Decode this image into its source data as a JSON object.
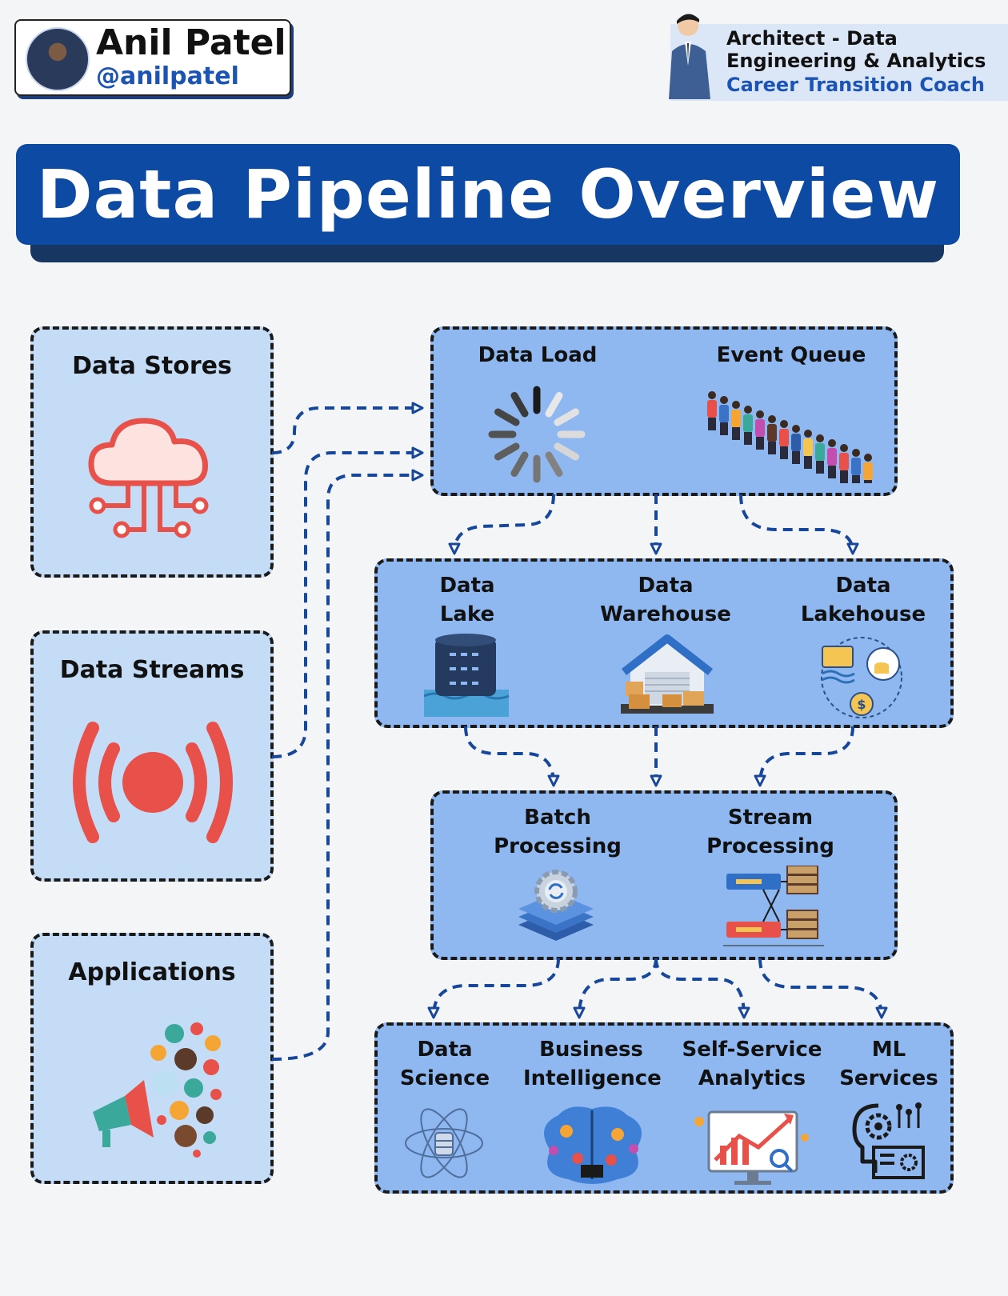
{
  "header": {
    "name": "Anil Patel",
    "handle": "@anilpatel",
    "role_line1": "Architect - Data",
    "role_line2": "Engineering & Analytics",
    "role_line3": "Career Transition Coach"
  },
  "title": "Data Pipeline Overview",
  "sources": [
    {
      "label": "Data Stores",
      "icon": "cloud-network-icon"
    },
    {
      "label": "Data Streams",
      "icon": "broadcast-signal-icon"
    },
    {
      "label": "Applications",
      "icon": "megaphone-apps-icon"
    }
  ],
  "ingestion": {
    "data_load": "Data Load",
    "event_queue": "Event Queue"
  },
  "storage": {
    "lake": [
      "Data",
      "Lake"
    ],
    "warehouse": [
      "Data",
      "Warehouse"
    ],
    "lakehouse": [
      "Data",
      "Lakehouse"
    ]
  },
  "processing": {
    "batch": [
      "Batch",
      "Processing"
    ],
    "stream": [
      "Stream",
      "Processing"
    ]
  },
  "consumers": {
    "science": [
      "Data",
      "Science"
    ],
    "bi": [
      "Business",
      "Intelligence"
    ],
    "self_service": [
      "Self-Service",
      "Analytics"
    ],
    "ml": [
      "ML",
      "Services"
    ]
  },
  "colors": {
    "title_bg": "#0d4aa3",
    "source_bg": "#c4dcf6",
    "pipeline_bg": "#8fb8f1",
    "arrow": "#17479a",
    "icon_red": "#e8504a"
  }
}
